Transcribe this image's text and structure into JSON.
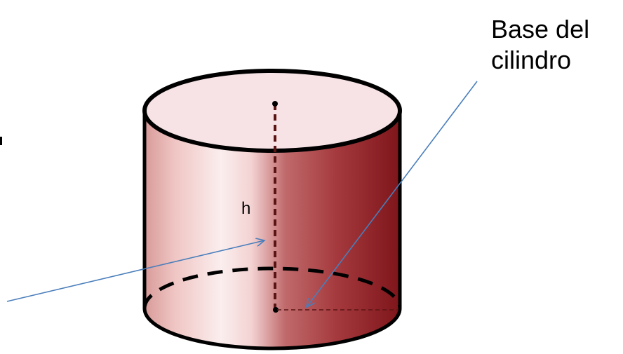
{
  "diagram": {
    "height_label": "h",
    "base_label_line1": "Base del",
    "base_label_line2": "cilindro",
    "colors": {
      "body_light": "#f7e1e1",
      "body_mid": "#ffffff",
      "body_dark": "#8b1c20",
      "top_face": "#f7e3e5",
      "outline": "#000000",
      "arrow": "#4a7ebb",
      "axis": "#5b1414"
    }
  }
}
